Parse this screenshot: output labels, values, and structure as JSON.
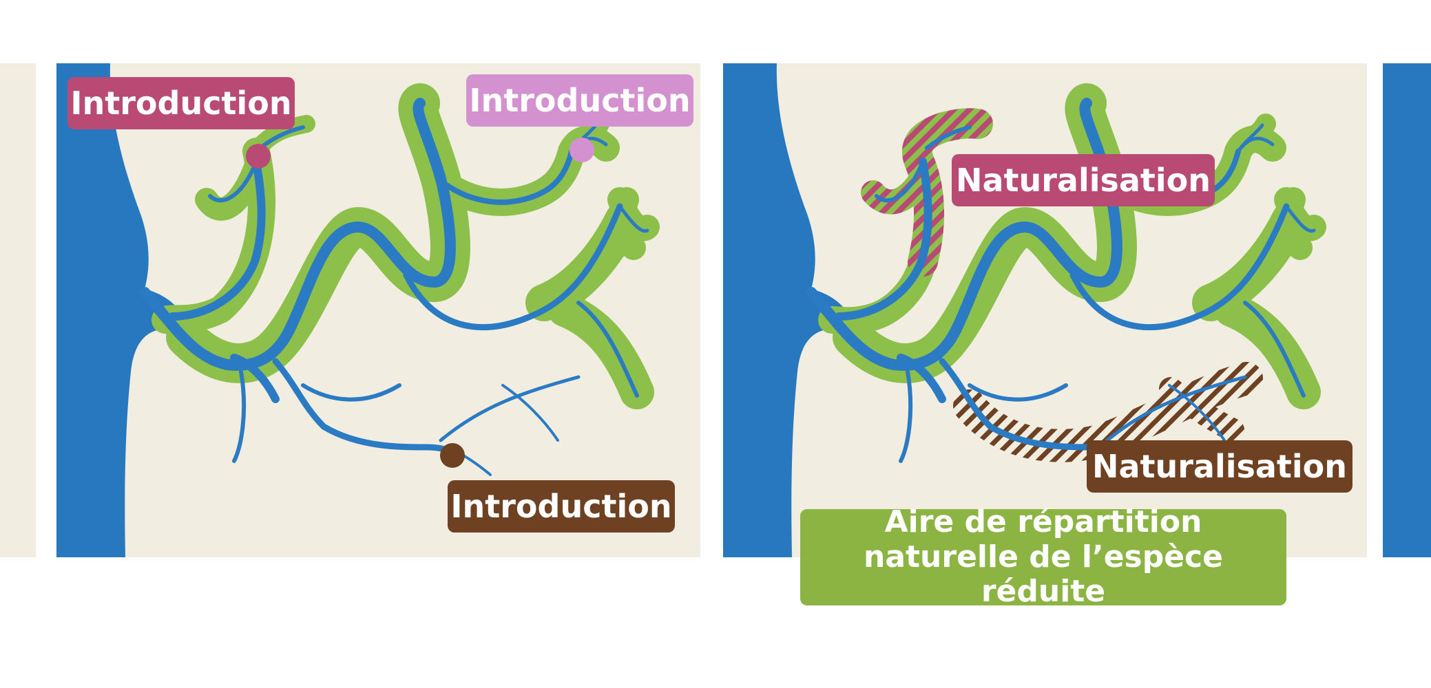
{
  "colors": {
    "water": "#2878c0",
    "land": "#f1ede0",
    "native_range": "#8dc04a",
    "river": "#2a7ac4",
    "introduction_1": "#b84a74",
    "introduction_2": "#d391cf",
    "introduction_3": "#6e4122",
    "legend_bg": "#8bb443"
  },
  "panel_before": {
    "labels": {
      "intro_left": "Introduction",
      "intro_right": "Introduction",
      "intro_bottom": "Introduction"
    }
  },
  "panel_after": {
    "labels": {
      "natural_top": "Naturalisation",
      "natural_bottom": "Naturalisation"
    },
    "legend": {
      "line1": "Aire de répartition",
      "line2": "naturelle de l’espèce réduite"
    }
  }
}
